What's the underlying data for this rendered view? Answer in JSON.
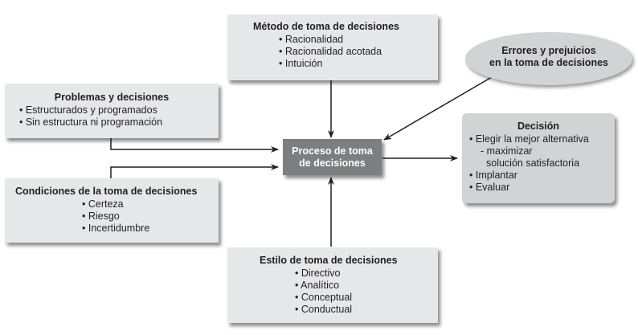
{
  "metodo": {
    "title": "Método de toma de decisiones",
    "items": [
      "• Racionalidad",
      "• Racionalidad acotada",
      "• Intuición"
    ]
  },
  "problemas": {
    "title": "Problemas y decisiones",
    "items": [
      "• Estructurados y programados",
      "• Sin estructura ni programación"
    ]
  },
  "condiciones": {
    "title": "Condiciones de la toma de decisiones",
    "items": [
      "• Certeza",
      "• Riesgo",
      "• Incertidumbre"
    ]
  },
  "proceso": {
    "line1": "Proceso de toma",
    "line2": "de decisiones"
  },
  "errores": {
    "line1": "Errores y prejuicios",
    "line2": "en la toma de decisiones"
  },
  "decision": {
    "title": "Decisión",
    "items": [
      "• Elegir la mejor alternativa",
      "- maximizar",
      "solución satisfactoria",
      "• Implantar",
      "• Evaluar"
    ]
  },
  "estilo": {
    "title": "Estilo de toma de decisiones",
    "items": [
      "• Directivo",
      "• Analítico",
      "• Conceptual",
      "• Conductual"
    ]
  }
}
